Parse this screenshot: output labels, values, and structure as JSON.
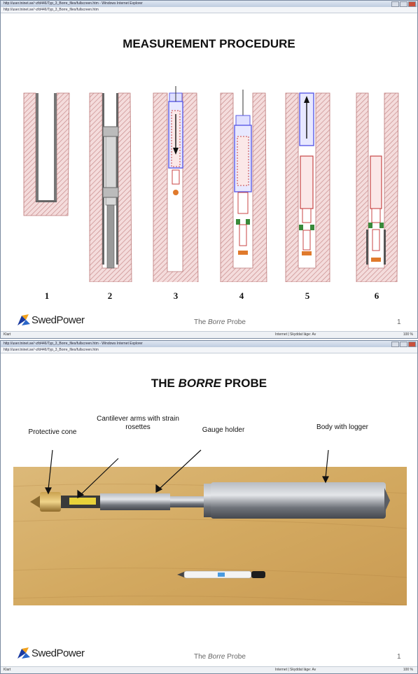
{
  "windows": [
    {
      "title": "http://user.tninet.se/~zfd446/Typ_3_Borre_files/fullscreen.htm - Windows Internet Explorer",
      "address": "http://user.tninet.se/~zfd446/Typ_3_Borre_files/fullscreen.htm",
      "status_left": "Klart",
      "status_zone": "Internet | Skyddat läge: Av",
      "status_zoom": "100 %"
    },
    {
      "title": "http://user.tninet.se/~zfd446/Typ_3_Borre_files/fullscreen.htm - Windows Internet Explorer",
      "address": "http://user.tninet.se/~zfd446/Typ_3_Borre_files/fullscreen.htm",
      "status_left": "Klart",
      "status_zone": "Internet | Skyddat läge: Av",
      "status_zoom": "100 %"
    }
  ],
  "slide1": {
    "title": "MEASUREMENT PROCEDURE",
    "steps": [
      "1",
      "2",
      "3",
      "4",
      "5",
      "6"
    ],
    "logo": "SwedPower",
    "footer_prefix": "The ",
    "footer_em": "Borre",
    "footer_suffix": " Probe",
    "page": "1"
  },
  "slide2": {
    "title_prefix": "THE ",
    "title_em": "BORRE",
    "title_suffix": " PROBE",
    "labels": {
      "protective_cone": "Protective cone",
      "cantilever": "Cantilever arms with strain rosettes",
      "gauge_holder": "Gauge holder",
      "body_logger": "Body with logger"
    },
    "logo": "SwedPower",
    "footer_prefix": "The ",
    "footer_em": "Borre",
    "footer_suffix": " Probe",
    "page": "1"
  },
  "colors": {
    "rock_fill": "#f2d6d6",
    "rock_hatch": "#c98c8c",
    "probe_blue": "#5a5ae6",
    "probe_red": "#c84646",
    "wood": "#d8b06a",
    "steel": "#8f9298"
  }
}
